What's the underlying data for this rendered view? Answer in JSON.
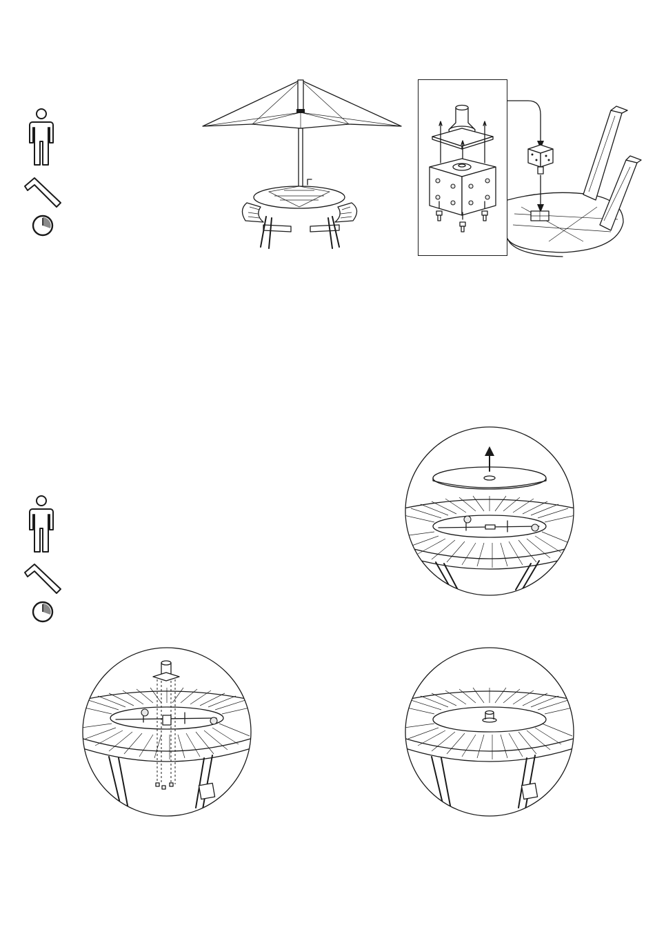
{
  "page": {
    "background": "#ffffff",
    "line_color": "#1a1a1a"
  },
  "steps": [
    {
      "icons": [
        "person-icon",
        "allen-key-icon",
        "clock-icon"
      ],
      "figures": [
        "table-with-umbrella",
        "umbrella-mount-exploded",
        "table-underside"
      ]
    },
    {
      "icons": [
        "person-icon",
        "allen-key-icon",
        "clock-icon"
      ],
      "figures": [
        "remove-center-disc",
        "install-umbrella-mount",
        "center-disc-installed"
      ]
    }
  ]
}
